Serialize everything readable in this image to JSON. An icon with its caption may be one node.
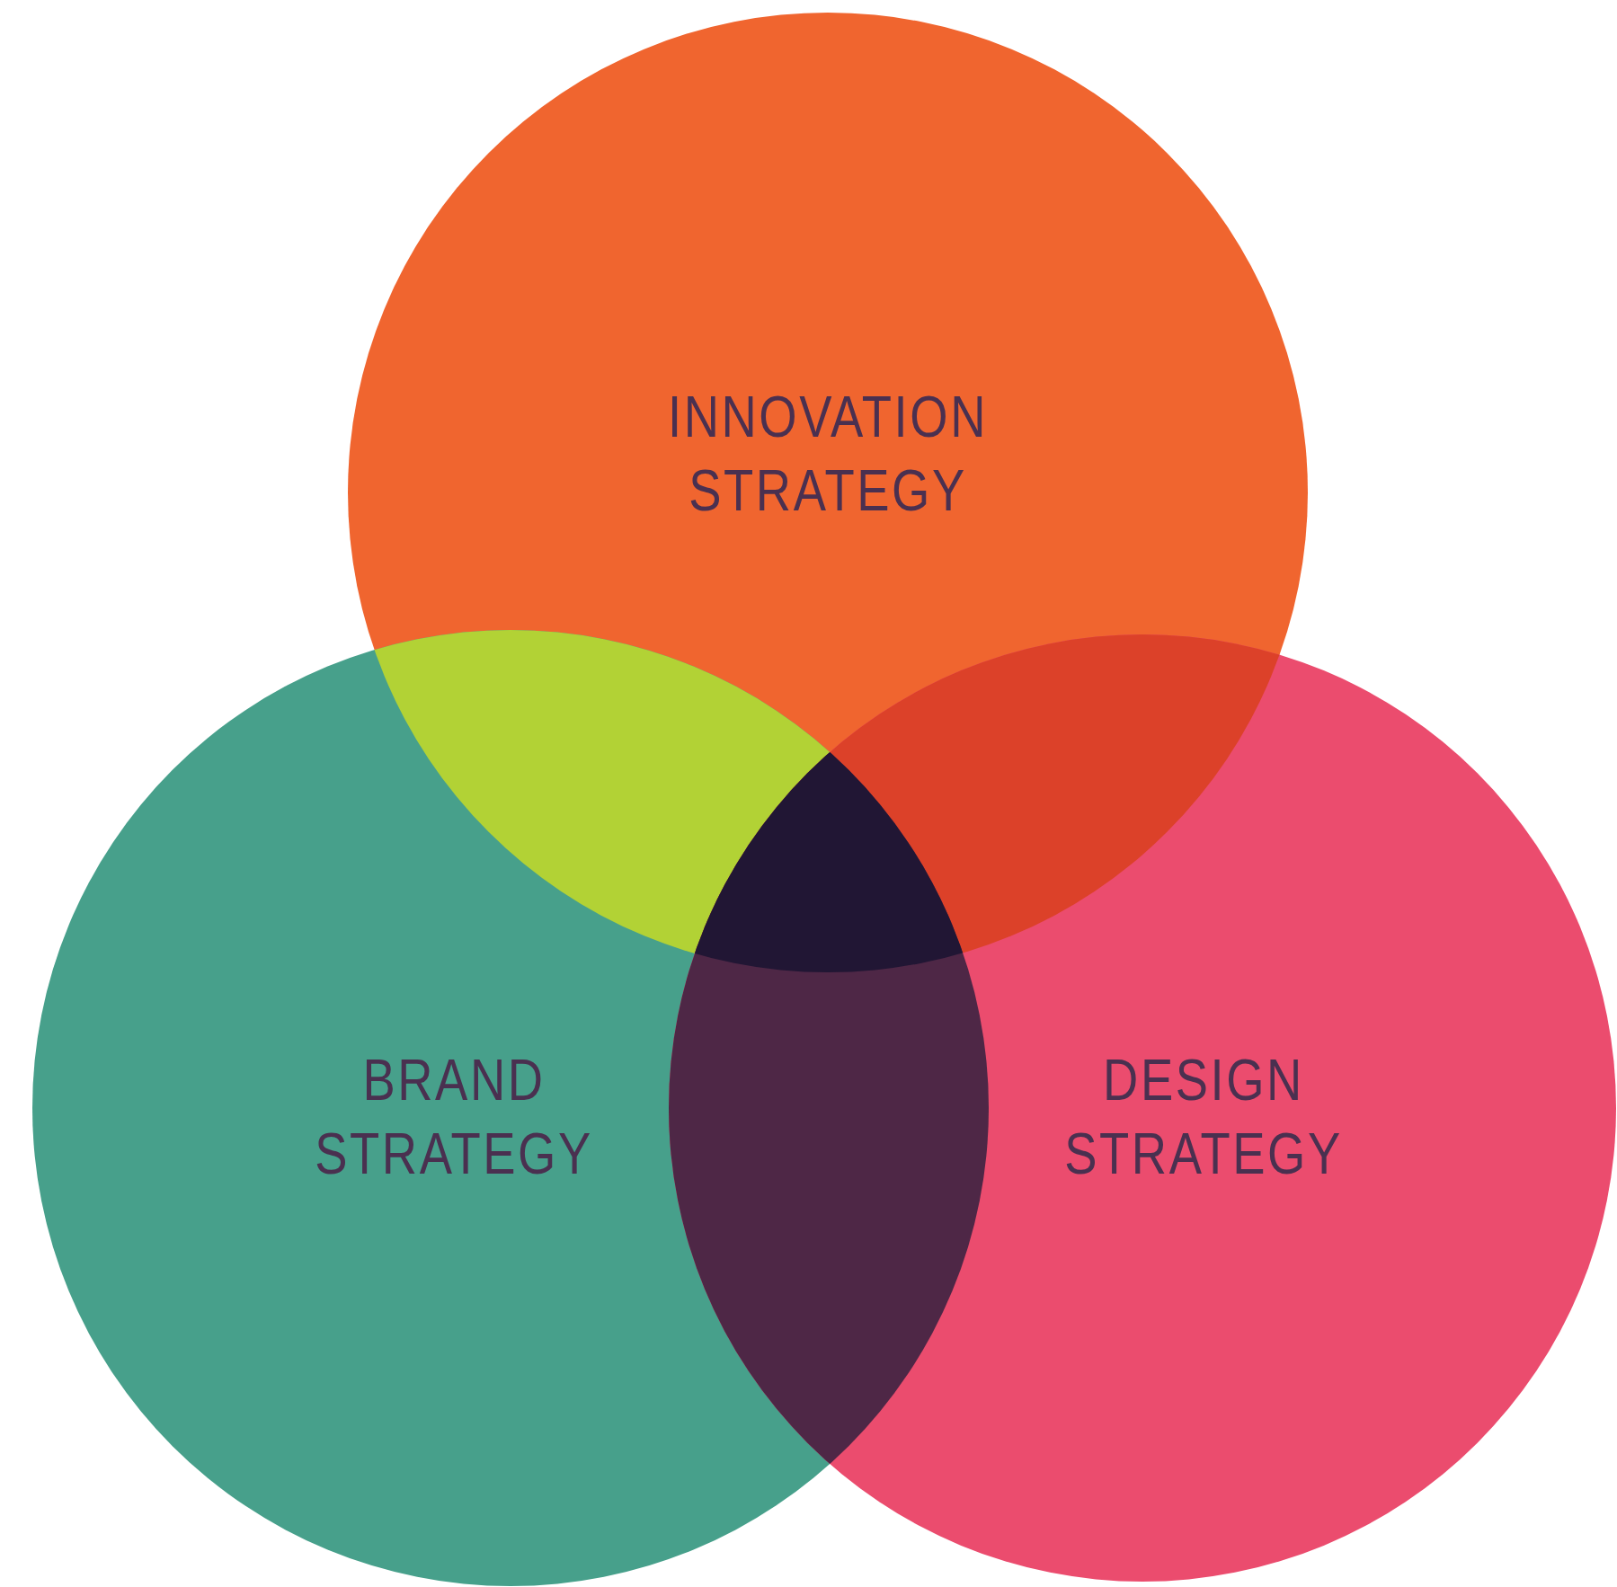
{
  "diagram": {
    "nodes": [
      {
        "text": [
          "INNOVATION STRATEGY"
        ]
      },
      {
        "text": [
          "BRAND STRATEGY"
        ]
      },
      {
        "text": [
          "DESIGN STRATEGY"
        ]
      }
    ]
  }
}
